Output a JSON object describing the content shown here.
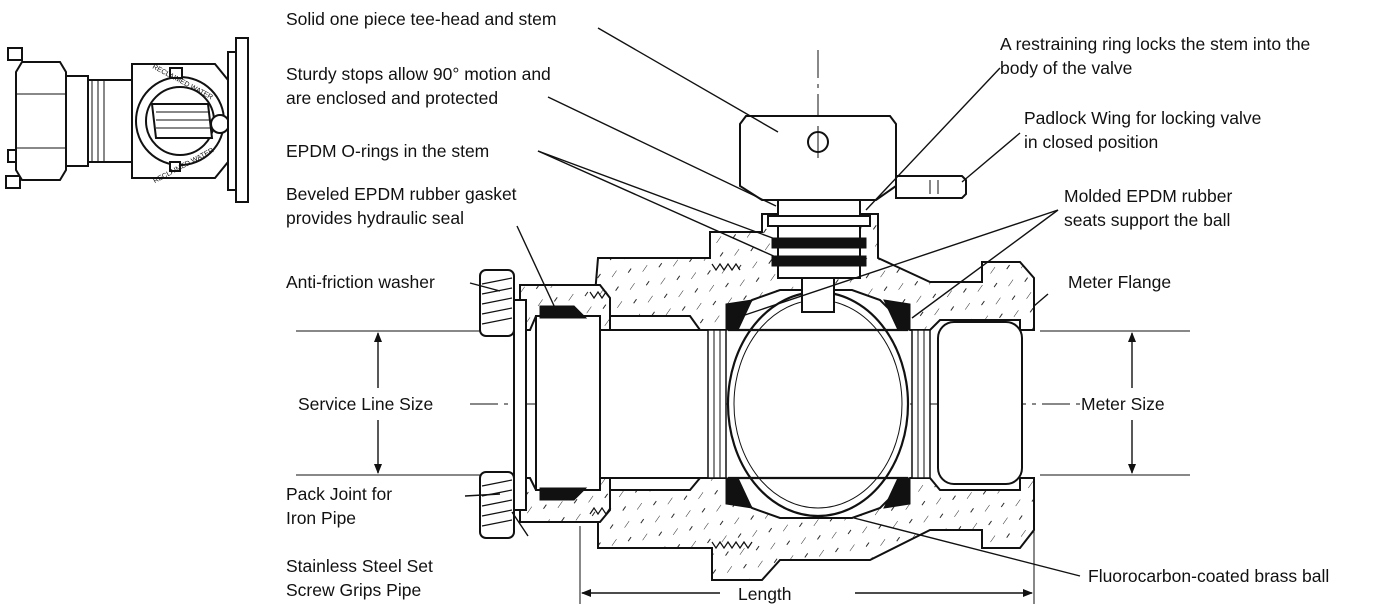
{
  "labels": {
    "tee_head": "Solid one piece tee-head and stem",
    "stops_1": "Sturdy stops allow 90° motion and",
    "stops_2": "are enclosed and protected",
    "orings": "EPDM O-rings in the stem",
    "gasket_1": "Beveled EPDM rubber gasket",
    "gasket_2": "provides hydraulic seal",
    "washer": "Anti-friction washer",
    "service_line": "Service Line Size",
    "pack_joint_1": "Pack Joint for",
    "pack_joint_2": "Iron Pipe",
    "set_screw_1": "Stainless Steel Set",
    "set_screw_2": "Screw Grips Pipe",
    "ring_1": "A restraining ring locks the stem into the",
    "ring_2": "body of the valve",
    "padlock_1": "Padlock Wing for locking valve",
    "padlock_2": "in closed position",
    "seats_1": "Molded EPDM rubber",
    "seats_2": "seats support the ball",
    "meter_flange": "Meter Flange",
    "meter_size": "Meter Size",
    "ball": "Fluorocarbon-coated brass ball",
    "length": "Length"
  },
  "thumbnail": {
    "stamp_text": "RECLAIMED WATER"
  }
}
